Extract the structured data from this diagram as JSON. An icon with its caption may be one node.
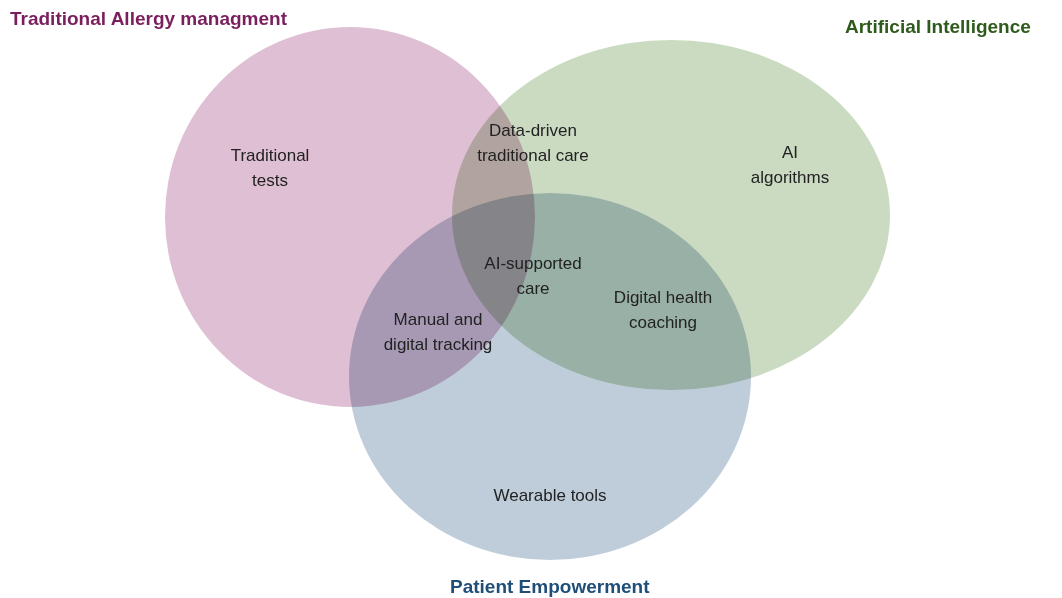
{
  "diagram": {
    "nodes": [
      {
        "text": [
          "Traditional Allergy managment",
          "Traditional tests"
        ]
      },
      {
        "text": [
          "Artificial Intelligence",
          "AI algorithms"
        ]
      },
      {
        "text": [
          "Wearable tools",
          "Patient Empowerment"
        ]
      }
    ],
    "labels": [
      "Data-driven traditional care",
      "AI-supported care",
      "Digital health coaching",
      "Manual and digital tracking"
    ]
  }
}
